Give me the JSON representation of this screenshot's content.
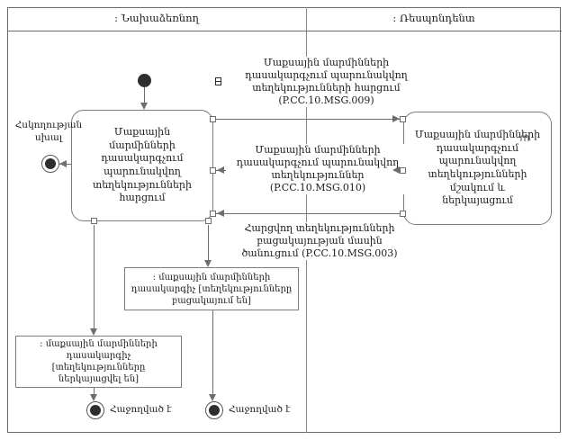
{
  "header": {
    "initiator": ": Նախաձեռնող",
    "respondent": ": Ռեսպոնդենտ"
  },
  "activities": {
    "initiator": "Մաքսային մարմինների դասակարգչում պարունակվող տեղեկությունների հարցում",
    "respondent": "Մաքսային մարմինների դասակարգչում պարունակվող տեղեկությունների մշակում և ներկայացում"
  },
  "messages": {
    "request": "Մաքսային մարմինների դասակարգչում պարունակվող տեղեկությունների հարցում (P.CC.10.MSG.009)",
    "info": "Մաքսային մարմինների դասակարգչում պարունակվող տեղեկություններ (P.CC.10.MSG.010)",
    "absence": "Հարցվող տեղեկությունների բացակայության մասին ծանուցում (P.CC.10.MSG.003)"
  },
  "objects": {
    "missing": ": մաքսային մարմինների դասակարգիչ [տեղեկությունները բացակայում են]",
    "presented": ": մաքսային մարմինների դասակարգիչ [տեղեկությունները ներկայացվել են]"
  },
  "labels": {
    "control_error": "Հսկողության սխալ",
    "success_left": "Հաջողված է",
    "success_right": "Հաջողված է"
  },
  "colors": {
    "line": "#6e6e6e",
    "border": "#7d7d7d",
    "text": "#1c1c1c",
    "node_fill": "#2e2e2e",
    "background": "#ffffff"
  }
}
